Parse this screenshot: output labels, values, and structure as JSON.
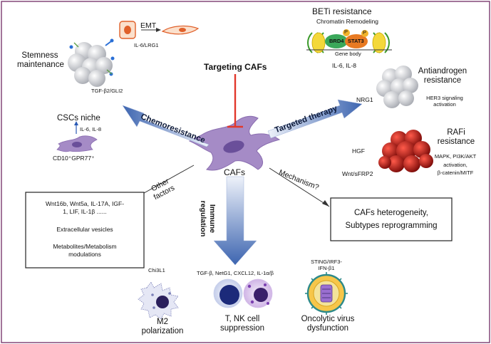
{
  "center": {
    "label": "CAFs"
  },
  "targeting": {
    "label": "Targeting CAFs"
  },
  "emt": {
    "label": "EMT",
    "factor": "IL-6/LRG1"
  },
  "stemness": {
    "title_line1": "Stemness",
    "title_line2": "maintenance",
    "factor": "TGF-β2/GLI2"
  },
  "csc": {
    "title": "CSCs niche",
    "factor": "IL-6, IL-8",
    "marker": "CD10⁺GPR77⁺"
  },
  "chemoresistance": {
    "label": "Chemoresistance"
  },
  "targeted_therapy": {
    "label": "Targeted therapy"
  },
  "beti": {
    "title": "BETi  resistance",
    "subtitle": "Chromatin Remodeling",
    "brd4": "BRD4",
    "stat3": "STAT3",
    "p1": "P",
    "p2": "P",
    "gene_body": "Gene body",
    "factor": "IL-6,  IL-8"
  },
  "antiandrogen": {
    "title_line1": "Antiandrogen",
    "title_line2": "resistance",
    "factor": "NRG1",
    "note_line1": "HER3 signaling",
    "note_line2": "activation"
  },
  "rafi": {
    "title_line1": "RAFi",
    "title_line2": "resistance",
    "factor1": "HGF",
    "factor2": "Wnt/sFRP2",
    "note_line1": "MAPK, PI3K/AKT",
    "note_line2": "activation,",
    "note_line3": "β-catenin/MITF"
  },
  "other": {
    "label_line1": "Other",
    "label_line2": "factors",
    "items_line1": "Wnt16b, Wnt5a, IL-17A, IGF-",
    "items_line2": "1, LIF, IL-1β ......",
    "vesicles": "Extracellular vesicles",
    "metab_line1": "Metabolites/Metabolism",
    "metab_line2": "modulations"
  },
  "mechanism": {
    "label": "Mechanism?",
    "line1": "CAFs heterogeneity,",
    "line2": "Subtypes reprogramming"
  },
  "immune": {
    "label_line1": "Immune",
    "label_line2": "regulation"
  },
  "m2": {
    "factor": "Chi3L1",
    "title_line1": "M2",
    "title_line2": "polarization"
  },
  "tnk": {
    "factor": "TGF-β, NetG1, CXCL12, IL-1α/β",
    "title_line1": "T, NK cell",
    "title_line2": "suppression"
  },
  "virus": {
    "factor_line1": "STING/IRF3-",
    "factor_line2": "IFN-β1",
    "title_line1": "Oncolytic virus",
    "title_line2": "dysfunction"
  },
  "colors": {
    "frame": "#7a3a6f",
    "arrow_blue_dark": "#4a6fb5",
    "arrow_blue_light": "#e6ecf7",
    "inhibit_red": "#e2382b",
    "caf_purple": "#a58bc6",
    "caf_nucleus": "#6a4f9a"
  }
}
